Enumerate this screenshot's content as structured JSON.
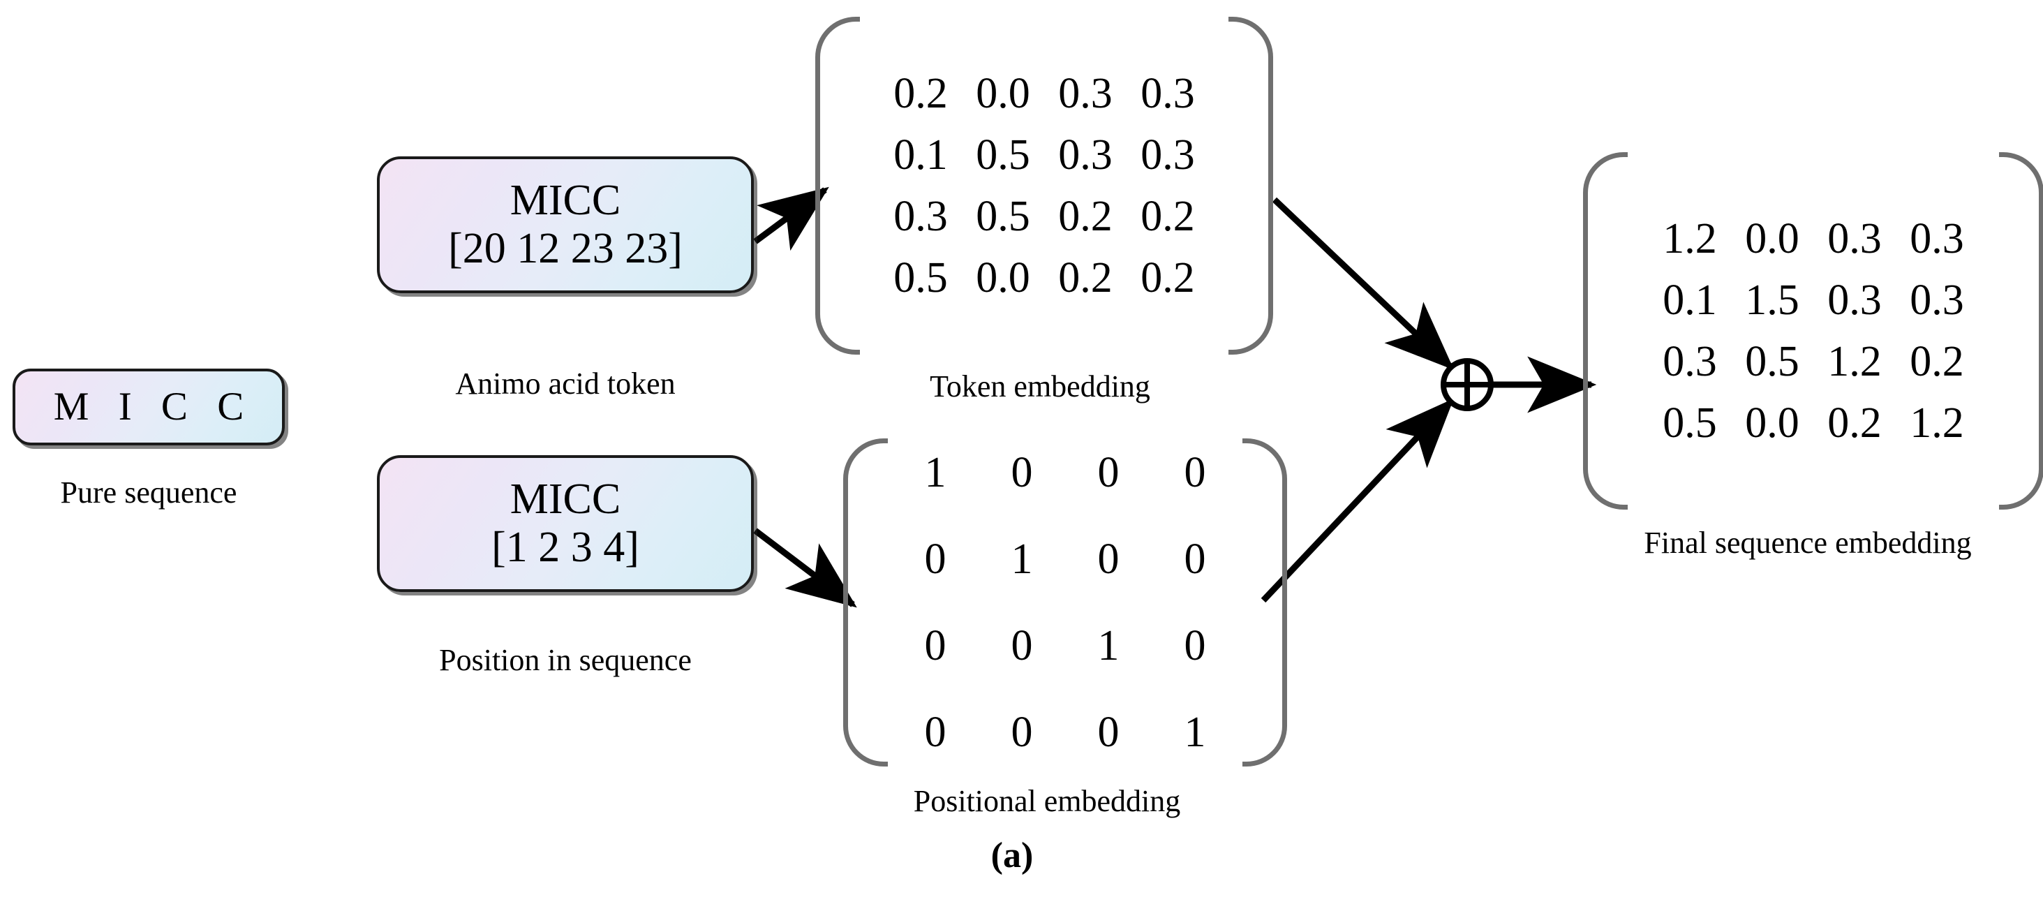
{
  "figure": {
    "label": "(a)"
  },
  "nodes": {
    "pure_sequence": {
      "text": "M I C C",
      "caption": "Pure sequence"
    },
    "amino_acid_token": {
      "line1": "MICC",
      "line2": "[20 12 23 23]",
      "caption": "Animo acid token"
    },
    "position_in_sequence": {
      "line1": "MICC",
      "line2": "[1 2 3 4]",
      "caption": "Position in sequence"
    },
    "operator": {
      "symbol": "circled-plus",
      "glyph": "⊕"
    }
  },
  "matrices": {
    "token_embedding": {
      "caption": "Token embedding",
      "rows": [
        [
          "0.2",
          "0.0",
          "0.3",
          "0.3"
        ],
        [
          "0.1",
          "0.5",
          "0.3",
          "0.3"
        ],
        [
          "0.3",
          "0.5",
          "0.2",
          "0.2"
        ],
        [
          "0.5",
          "0.0",
          "0.2",
          "0.2"
        ]
      ]
    },
    "positional_embedding": {
      "caption": "Positional embedding",
      "rows": [
        [
          "1",
          "0",
          "0",
          "0"
        ],
        [
          "0",
          "1",
          "0",
          "0"
        ],
        [
          "0",
          "0",
          "1",
          "0"
        ],
        [
          "0",
          "0",
          "0",
          "1"
        ]
      ]
    },
    "final_sequence_embedding": {
      "caption": "Final sequence embedding",
      "rows": [
        [
          "1.2",
          "0.0",
          "0.3",
          "0.3"
        ],
        [
          "0.1",
          "1.5",
          "0.3",
          "0.3"
        ],
        [
          "0.3",
          "0.5",
          "1.2",
          "0.2"
        ],
        [
          "0.5",
          "0.0",
          "0.2",
          "1.2"
        ]
      ]
    }
  },
  "colors": {
    "box_gradient_start": "#f3e4f4",
    "box_gradient_end": "#d4edf5",
    "box_border": "#1a1a1a",
    "bracket": "#6f6f6f",
    "arrow": "#000000",
    "background": "#ffffff"
  }
}
